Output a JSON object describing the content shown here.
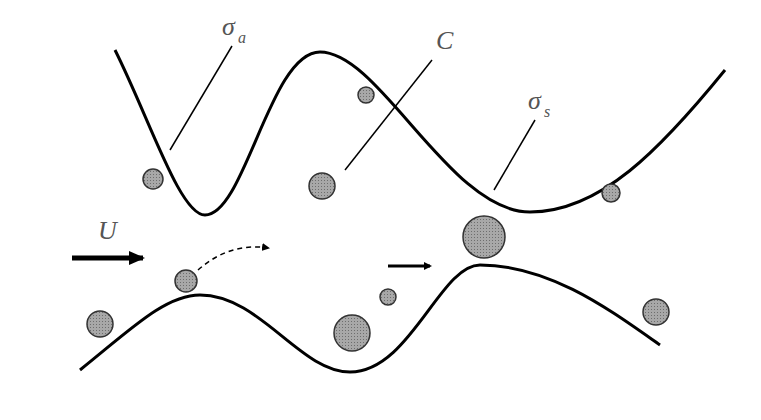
{
  "diagram": {
    "labels": [
      "σ",
      "a",
      "C",
      "σ",
      "s",
      "U"
    ]
  }
}
